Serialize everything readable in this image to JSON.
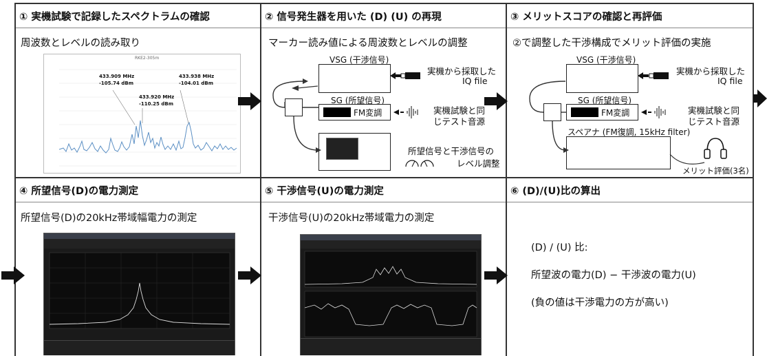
{
  "panels": {
    "p1": {
      "header": "① 実機試験で記録したスペクトラムの確認",
      "subtitle": "周波数とレベルの読み取り",
      "chart_title": "RKE2-305m",
      "markers": [
        {
          "freq": "433.909 MHz",
          "level": "-105.74 dBm"
        },
        {
          "freq": "433.920 MHz",
          "level": "-110.25 dBm"
        },
        {
          "freq": "433.938 MHz",
          "level": "-104.01 dBm"
        }
      ]
    },
    "p2": {
      "header": "② 信号発生器を用いた (D) (U) の再現",
      "subtitle": "マーカー読み値による周波数とレベルの調整",
      "vsg": "VSG (干渉信号)",
      "sg": "SG (所望信号)",
      "fm": "FM変調",
      "iq1": "実機から採取した",
      "iq2": "IQ file",
      "test1": "実機試験と同",
      "test2": "じテスト音源",
      "adj1": "所望信号と干渉信号の",
      "adj2": "レベル調整"
    },
    "p3": {
      "header": "③ メリットスコアの確認と再評価",
      "subtitle": "②で調整した干渉構成でメリット評価の実施",
      "vsg": "VSG (干渉信号)",
      "sg": "SG (所望信号)",
      "fm": "FM変調",
      "iq1": "実機から採取した",
      "iq2": "IQ file",
      "test1": "実機試験と同",
      "test2": "じテスト音源",
      "spectrum": "スペアナ (FM復調, 15kHz filter)",
      "merit": "メリット評価(3名)"
    },
    "p4": {
      "header": "④ 所望信号(D)の電力測定",
      "subtitle": "所望信号(D)の20kHz帯域幅電力の測定"
    },
    "p5": {
      "header": "⑤ 干渉信号(U)の電力測定",
      "subtitle": "干渉信号(U)の20kHz帯域電力の測定"
    },
    "p6": {
      "header": "⑥ (D)/(U)比の算出",
      "line1": "(D) / (U) 比:",
      "line2": "所望波の電力(D) − 干渉波の電力(U)",
      "line3": "(負の値は干渉電力の方が高い)"
    }
  },
  "colors": {
    "trace": "#5b8fc4",
    "header_bg": "#f2f2f2",
    "border": "#444444",
    "scope_bg": "#101010",
    "scope_trace": "#dddddd"
  }
}
